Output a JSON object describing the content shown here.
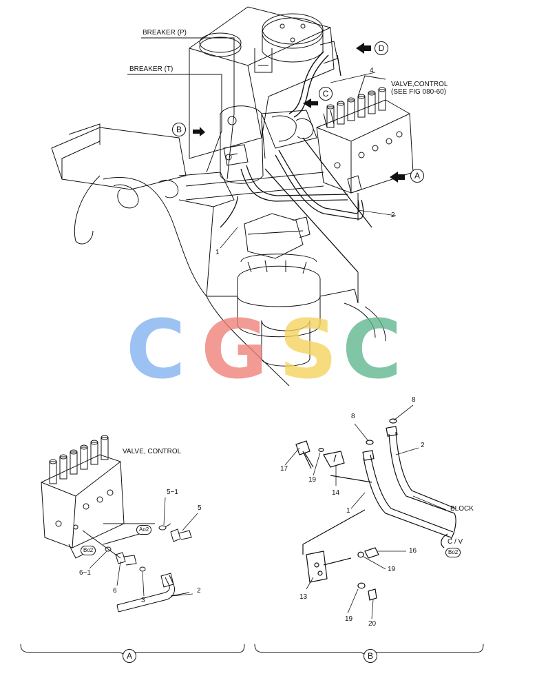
{
  "labels": {
    "breaker_p": "BREAKER (P)",
    "breaker_t": "BREAKER (T)",
    "valve_control_line1": "VALVE,CONTROL",
    "valve_control_line2": "(SEE FIG 080-60)",
    "valve_control_detail": "VALVE, CONTROL",
    "block": "BLOCK",
    "cv": "C / V"
  },
  "view_markers": {
    "a": "A",
    "b": "B",
    "c": "C",
    "d": "D"
  },
  "ports": {
    "ao2": "Ao2",
    "bo2_left": "Bo2",
    "bo2_right": "Bo2"
  },
  "parts": {
    "p1_main": "1",
    "p2_main": "2",
    "p4_main": "4",
    "p5": "5",
    "p5_1": "5−1",
    "p6": "6",
    "p6_1": "6−1",
    "p3": "3",
    "p2_detail_a": "2",
    "p8_a": "8",
    "p8_b": "8",
    "p2_detail_b": "2",
    "p17": "17",
    "p19_a": "19",
    "p14": "14",
    "p1_detail_b": "1",
    "p16": "16",
    "p19_b": "19",
    "p13": "13",
    "p19_c": "19",
    "p20": "20"
  },
  "detail_titles": {
    "a": "A",
    "b": "B"
  },
  "watermark": {
    "letters": [
      {
        "char": "C",
        "color": "#7fb2ef"
      },
      {
        "char": "G",
        "color": "#ef7f77"
      },
      {
        "char": "S",
        "color": "#f5d35c"
      },
      {
        "char": "C",
        "color": "#5db58d"
      }
    ]
  }
}
